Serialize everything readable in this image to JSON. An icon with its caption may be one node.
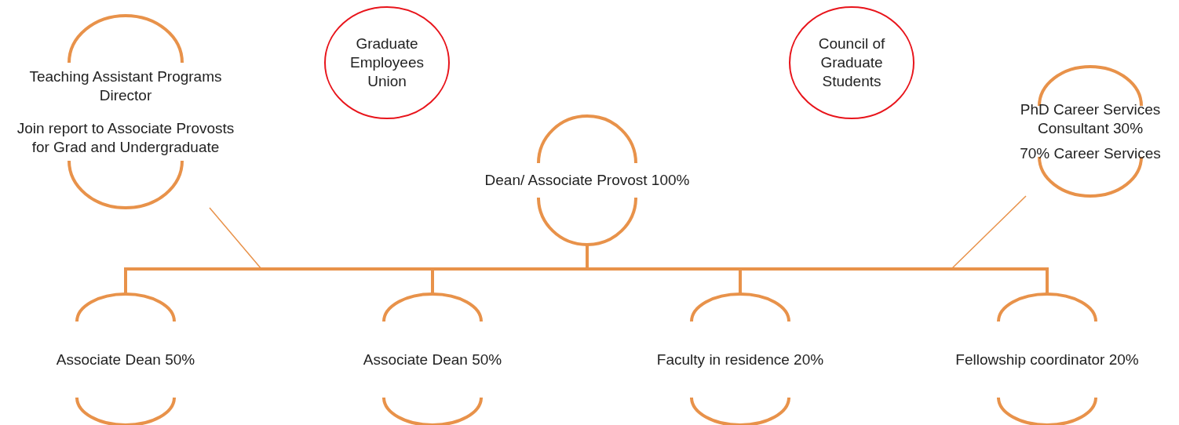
{
  "diagram": {
    "nodes": [
      {
        "text": [
          "Teaching Assistant Programs Director",
          "Join report to Associate Provosts for Grad and Undergraduate"
        ]
      },
      {
        "text": [
          "Graduate Employees Union"
        ]
      },
      {
        "text": [
          "Council of Graduate Students"
        ]
      },
      {
        "text": [
          "Dean/ Associate Provost 100%"
        ]
      },
      {
        "text": [
          "PhD Career Services Consultant 30%",
          "70% Career Services"
        ]
      },
      {
        "text": [
          "Associate Dean 50%"
        ]
      },
      {
        "text": [
          "Associate Dean 50%"
        ]
      },
      {
        "text": [
          "Faculty in residence 20%"
        ]
      },
      {
        "text": [
          "Fellowship coordinator 20%"
        ]
      }
    ],
    "edges": [
      {
        "from": 3,
        "to": 5,
        "arrow": "none"
      },
      {
        "from": 3,
        "to": 6,
        "arrow": "none"
      },
      {
        "from": 3,
        "to": 7,
        "arrow": "none"
      },
      {
        "from": 3,
        "to": 8,
        "arrow": "none"
      },
      {
        "from": 0,
        "to": 3,
        "arrow": "none"
      },
      {
        "from": 4,
        "to": 3,
        "arrow": "none"
      }
    ]
  }
}
